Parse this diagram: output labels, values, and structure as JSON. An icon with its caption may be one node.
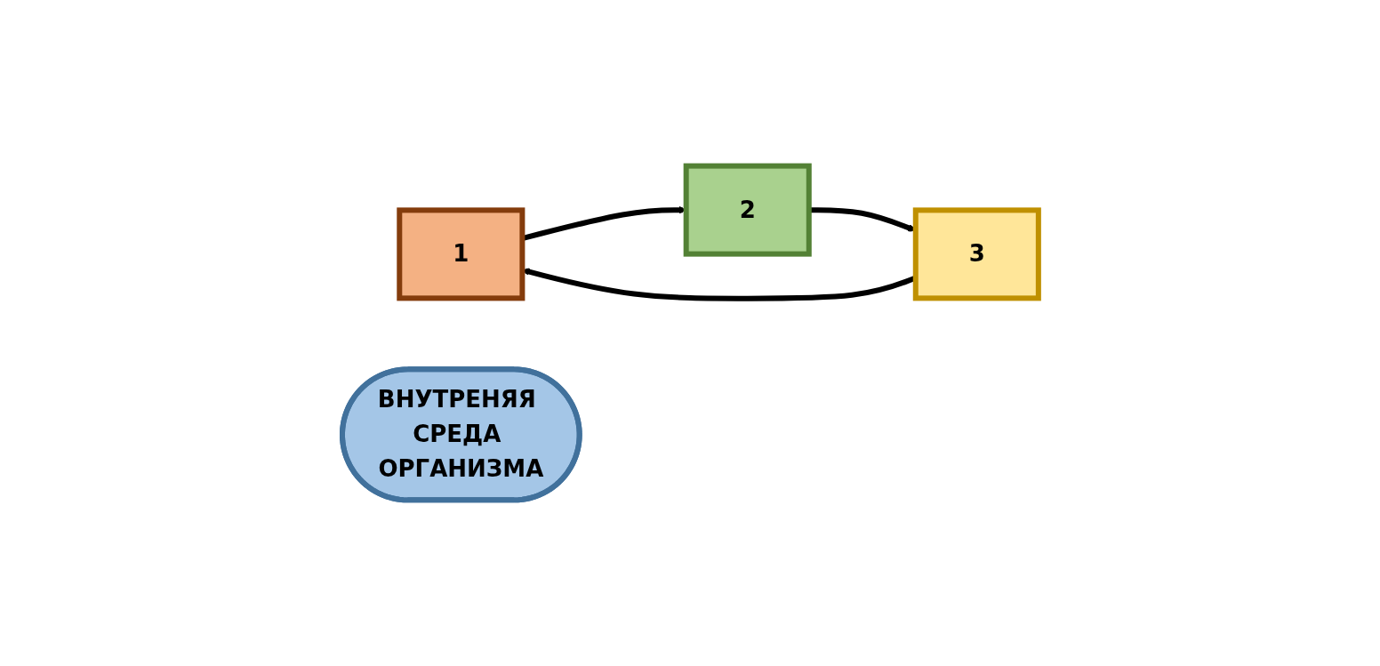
{
  "diagram": {
    "nodes": [
      {
        "text": [
          "1"
        ]
      },
      {
        "text": [
          "3"
        ]
      },
      {
        "text": [
          "ВНУТРЕНЯЯ СРЕДА ОРГАНИЗМА"
        ]
      },
      {
        "text": [
          "2"
        ]
      }
    ],
    "edges": [
      {
        "from": 1,
        "to": 0,
        "arrow": "to"
      },
      {
        "from": 0,
        "to": 3,
        "arrow": "to"
      },
      {
        "from": 3,
        "to": 1,
        "arrow": "to"
      }
    ]
  }
}
